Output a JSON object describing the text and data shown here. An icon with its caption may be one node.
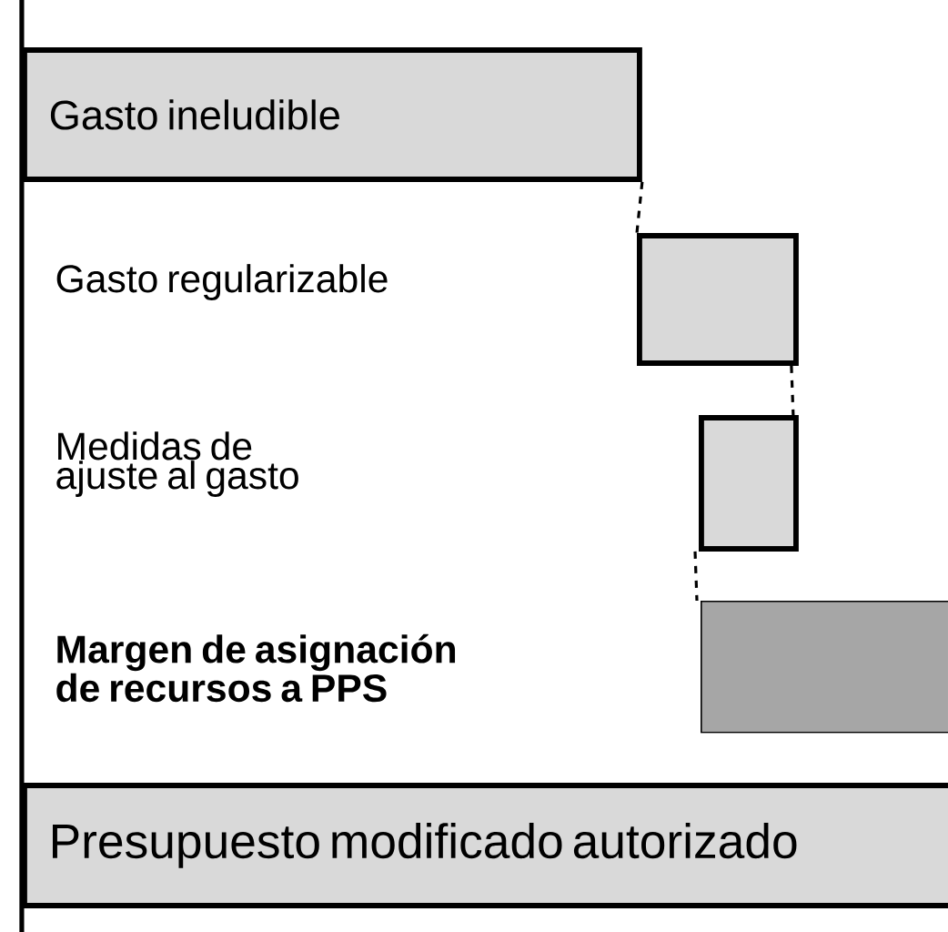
{
  "diagram": {
    "nodes": [
      {
        "text": [
          "Gasto ineludible"
        ]
      },
      {
        "text": [],
        "shape": "bar"
      },
      {
        "text": [],
        "shape": "bar"
      },
      {
        "text": [],
        "shape": "bar"
      },
      {
        "text": [
          "Presupuesto modificado autorizado"
        ]
      }
    ],
    "edges": [
      {
        "from": 0,
        "to": 1,
        "arrow": "none",
        "style": "dashed"
      },
      {
        "from": 1,
        "to": 2,
        "arrow": "none",
        "style": "dashed"
      },
      {
        "from": 2,
        "to": 3,
        "arrow": "none",
        "style": "dashed"
      }
    ],
    "labels": [
      "Gasto regularizable",
      "Medidas de ajuste al gasto",
      "Margen de asignación de recursos a PPS"
    ]
  }
}
